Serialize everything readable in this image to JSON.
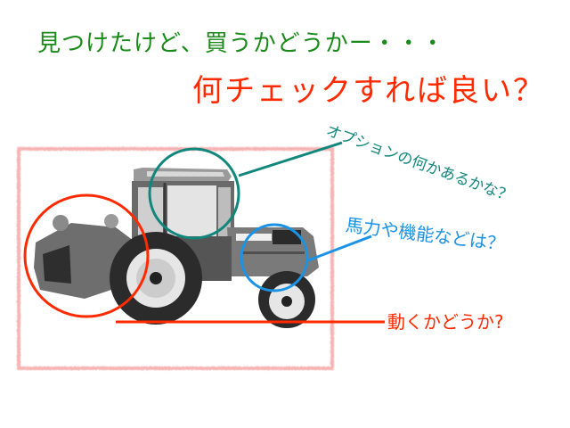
{
  "headline": {
    "line1": "見つけたけど、買うかどうかー・・・",
    "line2": "何チェックすれば良い？"
  },
  "callouts": [
    {
      "id": "option",
      "label": "オプションの何かあるかな？",
      "target": "cab",
      "color": "#11877c"
    },
    {
      "id": "power",
      "label": "馬力や機能などは？",
      "target": "engine",
      "color": "#1a93e6"
    },
    {
      "id": "runs",
      "label": "動くかどうか?",
      "target": "rotary-tiller",
      "color": "#ff2a00"
    }
  ],
  "image": {
    "subject": "tractor-with-rotary-tiller",
    "frame_color": "#f7b3b3"
  },
  "colors": {
    "green": "#1a8a1a",
    "red": "#ff2a00",
    "teal": "#11877c",
    "blue": "#1a93e6"
  }
}
